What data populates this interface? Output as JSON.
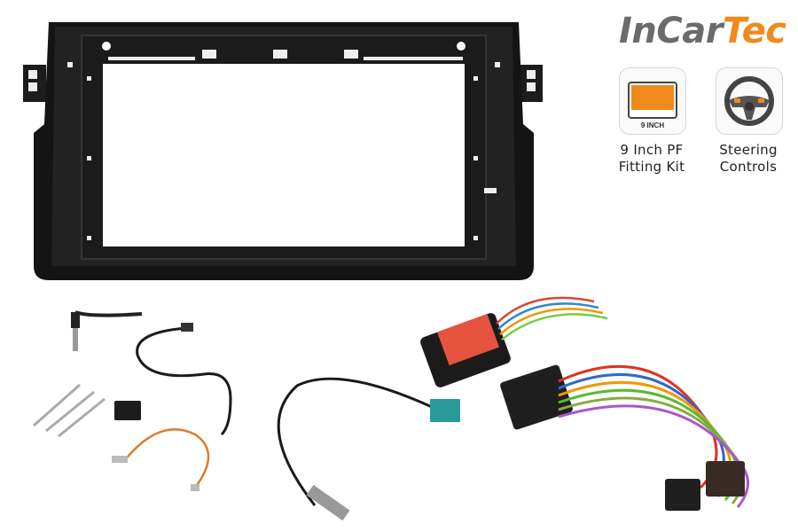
{
  "brand": {
    "part1": "InCar",
    "part2": "Tec",
    "gray": "#6b6b6b",
    "orange": "#f08a1c"
  },
  "badges": [
    {
      "icon": "screen-icon",
      "tag": "9 INCH",
      "label_line1": "9 Inch PF",
      "label_line2": "Fitting Kit"
    },
    {
      "icon": "steering-wheel-icon",
      "label_line1": "Steering",
      "label_line2": "Controls"
    }
  ],
  "components": [
    "fascia-panel",
    "aux-cable",
    "mic-cable",
    "pins",
    "connector-block",
    "orange-wire",
    "antenna-adapter",
    "steering-interface",
    "iso-harness"
  ]
}
